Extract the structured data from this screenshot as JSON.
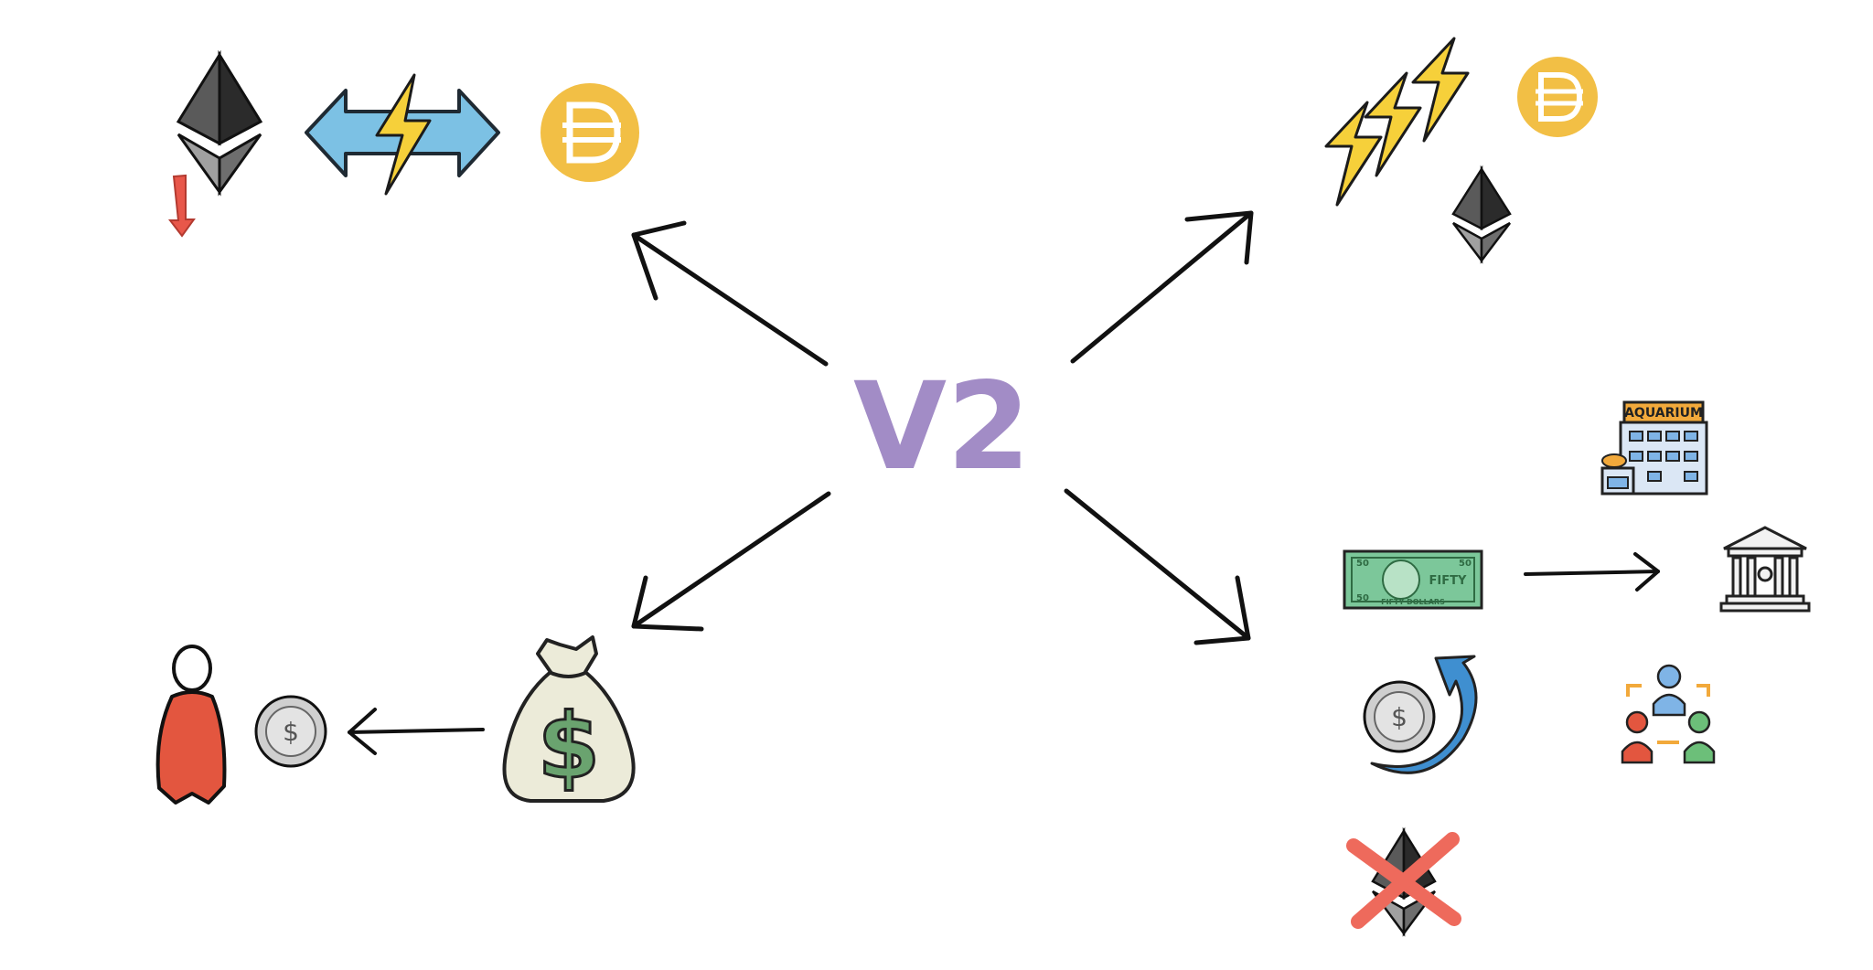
{
  "center": {
    "label": "V2",
    "color": "#a28cc6"
  },
  "colors": {
    "eth_dark": "#2b2b2b",
    "eth_mid": "#555555",
    "eth_light": "#9a9a9a",
    "dai_yellow": "#f2bf45",
    "lightning": "#f6d03a",
    "arrow_blue": "#7cc1e4",
    "down_arrow_red": "#e8574a",
    "person_red": "#e3563f",
    "cross_red": "#ee6a5c",
    "cash_green": "#7cc79a",
    "bag_beige": "#ecebd9",
    "bag_dollar_green": "#6aa36f",
    "swap_blue": "#3f8fd0",
    "building_blue": "#7fb4e6",
    "sign_orange": "#f2a93b"
  },
  "clusters": {
    "top_left": {
      "icons": [
        "ethereum-icon",
        "down-arrow-icon",
        "double-arrow-icon",
        "lightning-icon",
        "dai-coin-icon"
      ]
    },
    "top_right": {
      "icons": [
        "triple-lightning-icon",
        "dai-coin-icon",
        "ethereum-icon"
      ]
    },
    "bottom_left": {
      "icons": [
        "person-icon",
        "coin-icon",
        "money-bag-icon"
      ]
    },
    "bottom_right": {
      "icons": [
        "aquarium-building-icon",
        "banknote-icon",
        "bank-icon",
        "coin-cycle-icon",
        "people-exchange-icon",
        "crossed-ethereum-icon"
      ],
      "building_sign": "AQUARIUM",
      "banknote": {
        "denomination": "50",
        "word": "FIFTY",
        "bottom_text": "FIFTY DOLLARS"
      }
    }
  }
}
